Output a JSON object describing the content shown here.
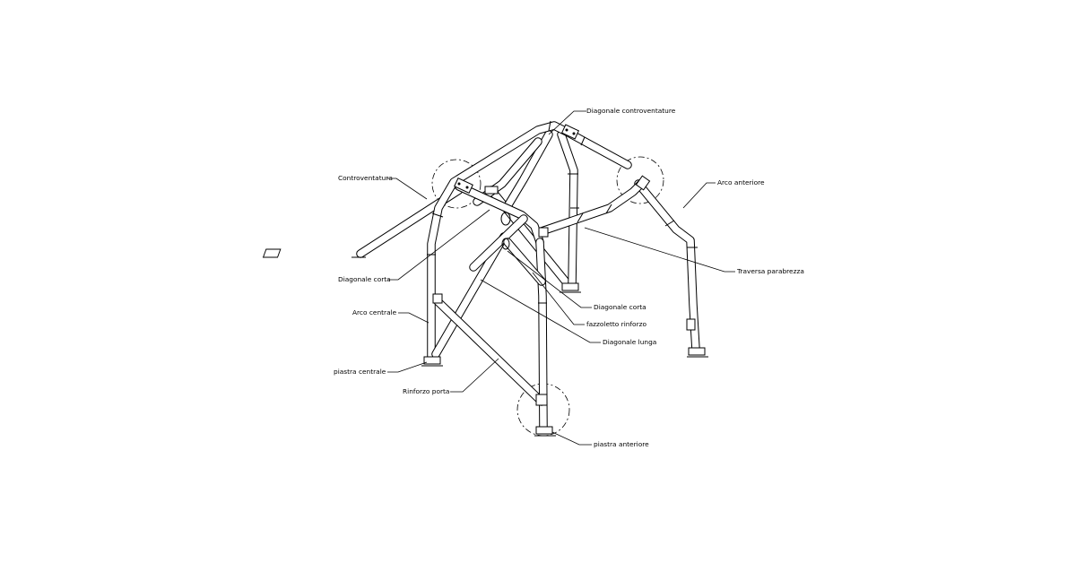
{
  "labels": {
    "diagonale_controventature": "Diagonale controventature",
    "controventatura": "Controventatura",
    "arco_anteriore": "Arco anteriore",
    "traversa_parabrezza": "Traversa parabrezza",
    "diagonale_corta_left": "Diagonale corta",
    "diagonale_corta_right": "Diagonale corta",
    "fazzoletto_rinforzo": "fazzoletto rinforzo",
    "diagonale_lunga": "Diagonale lunga",
    "arco_centrale": "Arco centrale",
    "piastra_centrale": "piastra centrale",
    "rinforzo_porta": "Rinforzo porta",
    "piastra_anteriore": "piastra anteriore"
  }
}
